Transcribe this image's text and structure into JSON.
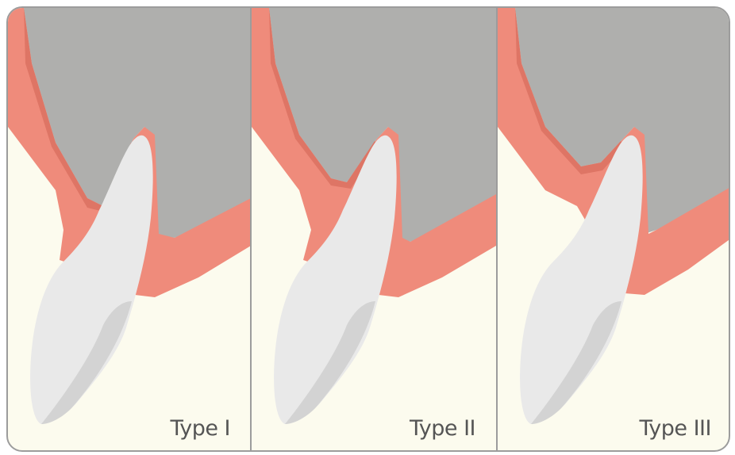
{
  "panels": [
    {
      "label": "Type I"
    },
    {
      "label": "Type II"
    },
    {
      "label": "Type III"
    }
  ],
  "colors": {
    "background": "#fcfbee",
    "bone": "#afafad",
    "gingiva": "#ef8b7b",
    "gingiva_dark": "#de7565",
    "tooth": "#e9e9e9",
    "tooth_shade": "#d3d3d3",
    "border": "#9c9c9c"
  }
}
